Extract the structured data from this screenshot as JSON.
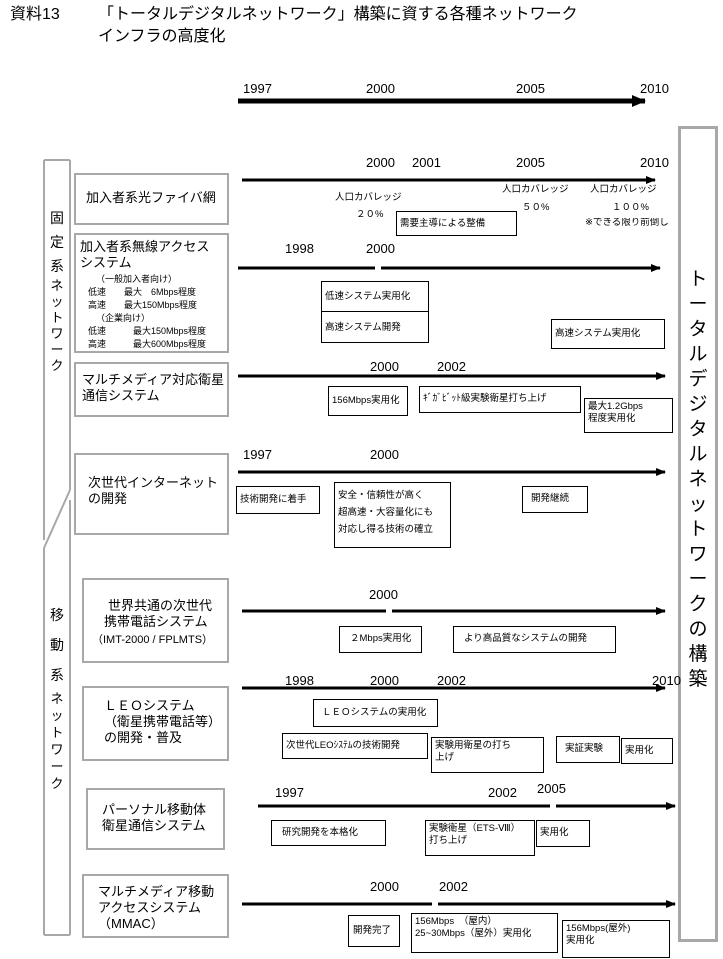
{
  "header": {
    "doc_label": "資料13",
    "title_line1": "「トータルデジタルネットワーク」構築に資する各種ネットワーク",
    "title_line2": "インフラの高度化"
  },
  "timeline": {
    "years": [
      "1997",
      "2000",
      "2005",
      "2010"
    ]
  },
  "categories": {
    "fixed": [
      "固",
      "定",
      "系",
      "ネ",
      "ッ",
      "ト",
      "ワ",
      "ー",
      "ク"
    ],
    "mobile": [
      "移",
      "動",
      "系",
      "ネ",
      "ッ",
      "ト",
      "ワ",
      "ー",
      "ク"
    ]
  },
  "side_label": [
    "ト",
    "ー",
    "タ",
    "ル",
    "デ",
    "ジ",
    "タ",
    "ル",
    "ネ",
    "ッ",
    "ト",
    "ワ",
    "ー",
    "ク",
    "の",
    "構",
    "築"
  ],
  "rows": {
    "fiber": {
      "label": "加入者系光ファイバ網",
      "years": [
        "2000",
        "2001",
        "2005",
        "2010"
      ],
      "cov1": "人口カバレッジ",
      "pct1": "２０%",
      "cov2": "人口カバレッジ",
      "pct2": "５０%",
      "cov3": "人口カバレッジ",
      "pct3": "１００%",
      "note": "※できる限り前倒し",
      "box1": "需要主導による整備"
    },
    "wireless": {
      "label_l1": "加入者系無線アクセス",
      "label_l2": "システム",
      "sub1": "（一般加入者向け）",
      "sub2": "低速　　最大　6Mbps程度",
      "sub3": "高速　　最大150Mbps程度",
      "sub4": "（企業向け）",
      "sub5": "低速　　　最大150Mbps程度",
      "sub6": "高速　　　最大600Mbps程度",
      "years": [
        "1998",
        "2000"
      ],
      "box1": "低速システム実用化",
      "box2": "高速システム開発",
      "box3": "高速システム実用化"
    },
    "satellite": {
      "label_l1": "マルチメディア対応衛星",
      "label_l2": "通信システム",
      "years": [
        "2000",
        "2002"
      ],
      "box1": "156Mbps実用化",
      "box2": "ｷﾞｶﾞﾋﾞｯﾄ級実験衛星打ち上げ",
      "box3_l1": "最大1.2Gbps",
      "box3_l2": "程度実用化"
    },
    "internet": {
      "label_l1": "次世代インターネット",
      "label_l2": "の開発",
      "years": [
        "1997",
        "2000"
      ],
      "box1": "技術開発に着手",
      "box2_l1": "安全・信頼性が高く",
      "box2_l2": "超高速・大容量化にも",
      "box2_l3": "対応し得る技術の確立",
      "box3": "開発継続"
    },
    "imt": {
      "label_l1": "世界共通の次世代",
      "label_l2": "携帯電話システム",
      "label_l3": "（IMT-2000 / FPLMTS）",
      "years": [
        "2000"
      ],
      "box1": "２Mbps実用化",
      "box2": "より高品質なシステムの開発"
    },
    "leo": {
      "label_l1": "ＬＥＯシステム",
      "label_l2": "（衛星携帯電話等）",
      "label_l3": "の開発・普及",
      "years": [
        "1998",
        "2000",
        "2002",
        "2010"
      ],
      "box1": "ＬＥＯシステムの実用化",
      "box2": "次世代LEOｼｽﾃﾑの技術開発",
      "box3_l1": "実験用衛星の打ち",
      "box3_l2": "上げ",
      "box4": "実証実験",
      "box5": "実用化"
    },
    "personal": {
      "label_l1": "パーソナル移動体",
      "label_l2": "衛星通信システム",
      "years": [
        "1997",
        "2002",
        "2005"
      ],
      "box1": "研究開発を本格化",
      "box2_l1": "実験衛星（ETS-Ⅷ）",
      "box2_l2": "打ち上げ",
      "box3": "実用化"
    },
    "mmac": {
      "label_l1": "マルチメディア移動",
      "label_l2": "アクセスシステム",
      "label_l3": "（MMAC）",
      "years": [
        "2000",
        "2002"
      ],
      "box1": "開発完了",
      "box2_l1": "156Mbps　（屋内）",
      "box2_l2": "25~30Mbps（屋外）実用化",
      "box3_l1": "156Mbps(屋外)",
      "box3_l2": "実用化"
    }
  }
}
